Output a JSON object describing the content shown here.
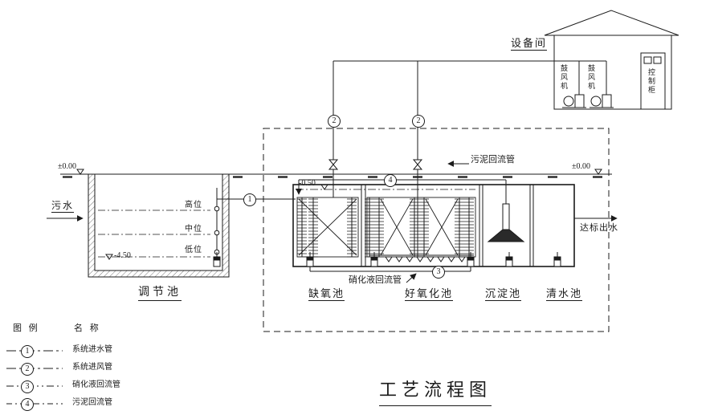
{
  "title": "工艺流程图",
  "equipment_room": {
    "label": "设备间",
    "blower_left": "鼓风机",
    "blower_right": "鼓风机",
    "control_cabinet": "控制柜"
  },
  "elevations": {
    "ground_left": "±0.00",
    "ground_right": "±0.00",
    "water_level": "-0.50",
    "tank_bottom": "-4.50"
  },
  "regulation_tank": {
    "name": "调节池",
    "inflow": "污水",
    "level_high": "高位",
    "level_mid": "中位",
    "level_low": "低位"
  },
  "tanks": {
    "anoxic": "缺氧池",
    "aerobic": "好氧化池",
    "sedimentation": "沉淀池",
    "clear_water": "清水池"
  },
  "pipes": {
    "sludge_return": "污泥回流管",
    "nitrified_return": "硝化液回流管",
    "effluent": "达标出水"
  },
  "markers": {
    "inlet": "1",
    "air": "2",
    "nitrified": "3",
    "sludge": "4"
  },
  "legend": {
    "header_symbol": "图 例",
    "header_name": "名 称",
    "items": [
      {
        "num": "1",
        "label": "系统进水管"
      },
      {
        "num": "2",
        "label": "系统进风管"
      },
      {
        "num": "3",
        "label": "硝化液回流管"
      },
      {
        "num": "4",
        "label": "污泥回流管"
      }
    ]
  }
}
